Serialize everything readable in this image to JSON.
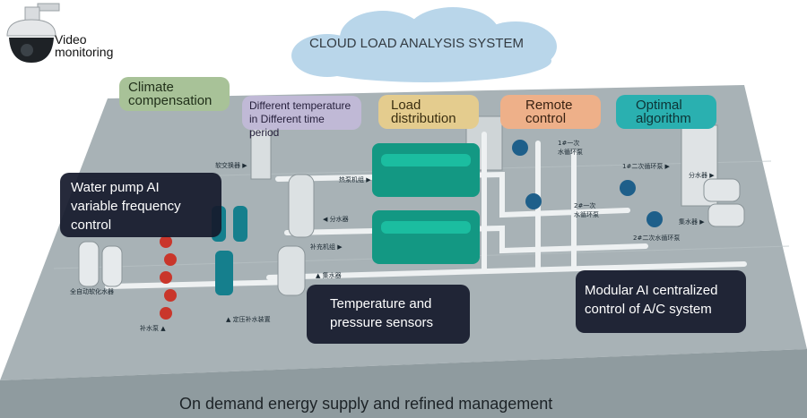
{
  "header": {
    "video_monitoring": "Video\nmonitoring",
    "cloud_title": "CLOUD LOAD ANALYSIS SYSTEM"
  },
  "feature_tags": [
    {
      "label": "Climate\ncompensation",
      "color": "#a8c298"
    },
    {
      "label": "Different temperature\nin Different time period",
      "color": "#c0b9d6"
    },
    {
      "label": "Load\ndistribution",
      "color": "#e4cc8e"
    },
    {
      "label": "Remote\ncontrol",
      "color": "#eeb089"
    },
    {
      "label": "Optimal\nalgorithm",
      "color": "#2ab0b0"
    }
  ],
  "callouts": {
    "water_pump": "Water pump AI\nvariable frequency\ncontrol",
    "sensors": "Temperature and\npressure sensors",
    "modular": "Modular AI centralized\ncontrol of A/C system"
  },
  "footer": {
    "caption": "On demand energy supply and refined management"
  },
  "component_labels": {
    "l1": "软交换器 ▶",
    "l2": "热泵机组 ▶",
    "l3": "◀ 分水器",
    "l4": "补充机组 ▶",
    "l5": "▲ 集水器",
    "l6": "全自动软化水器",
    "l7": "▲ 定压补水装置",
    "l8": "补水泵 ▲",
    "l9": "1#一次\n水循环泵",
    "l10": "2#一次\n水循环泵",
    "l11": "1#二次循环泵 ▶",
    "l12": "2#二次水循环泵",
    "l13": "分水器 ▶",
    "l14": "集水器 ▶"
  }
}
